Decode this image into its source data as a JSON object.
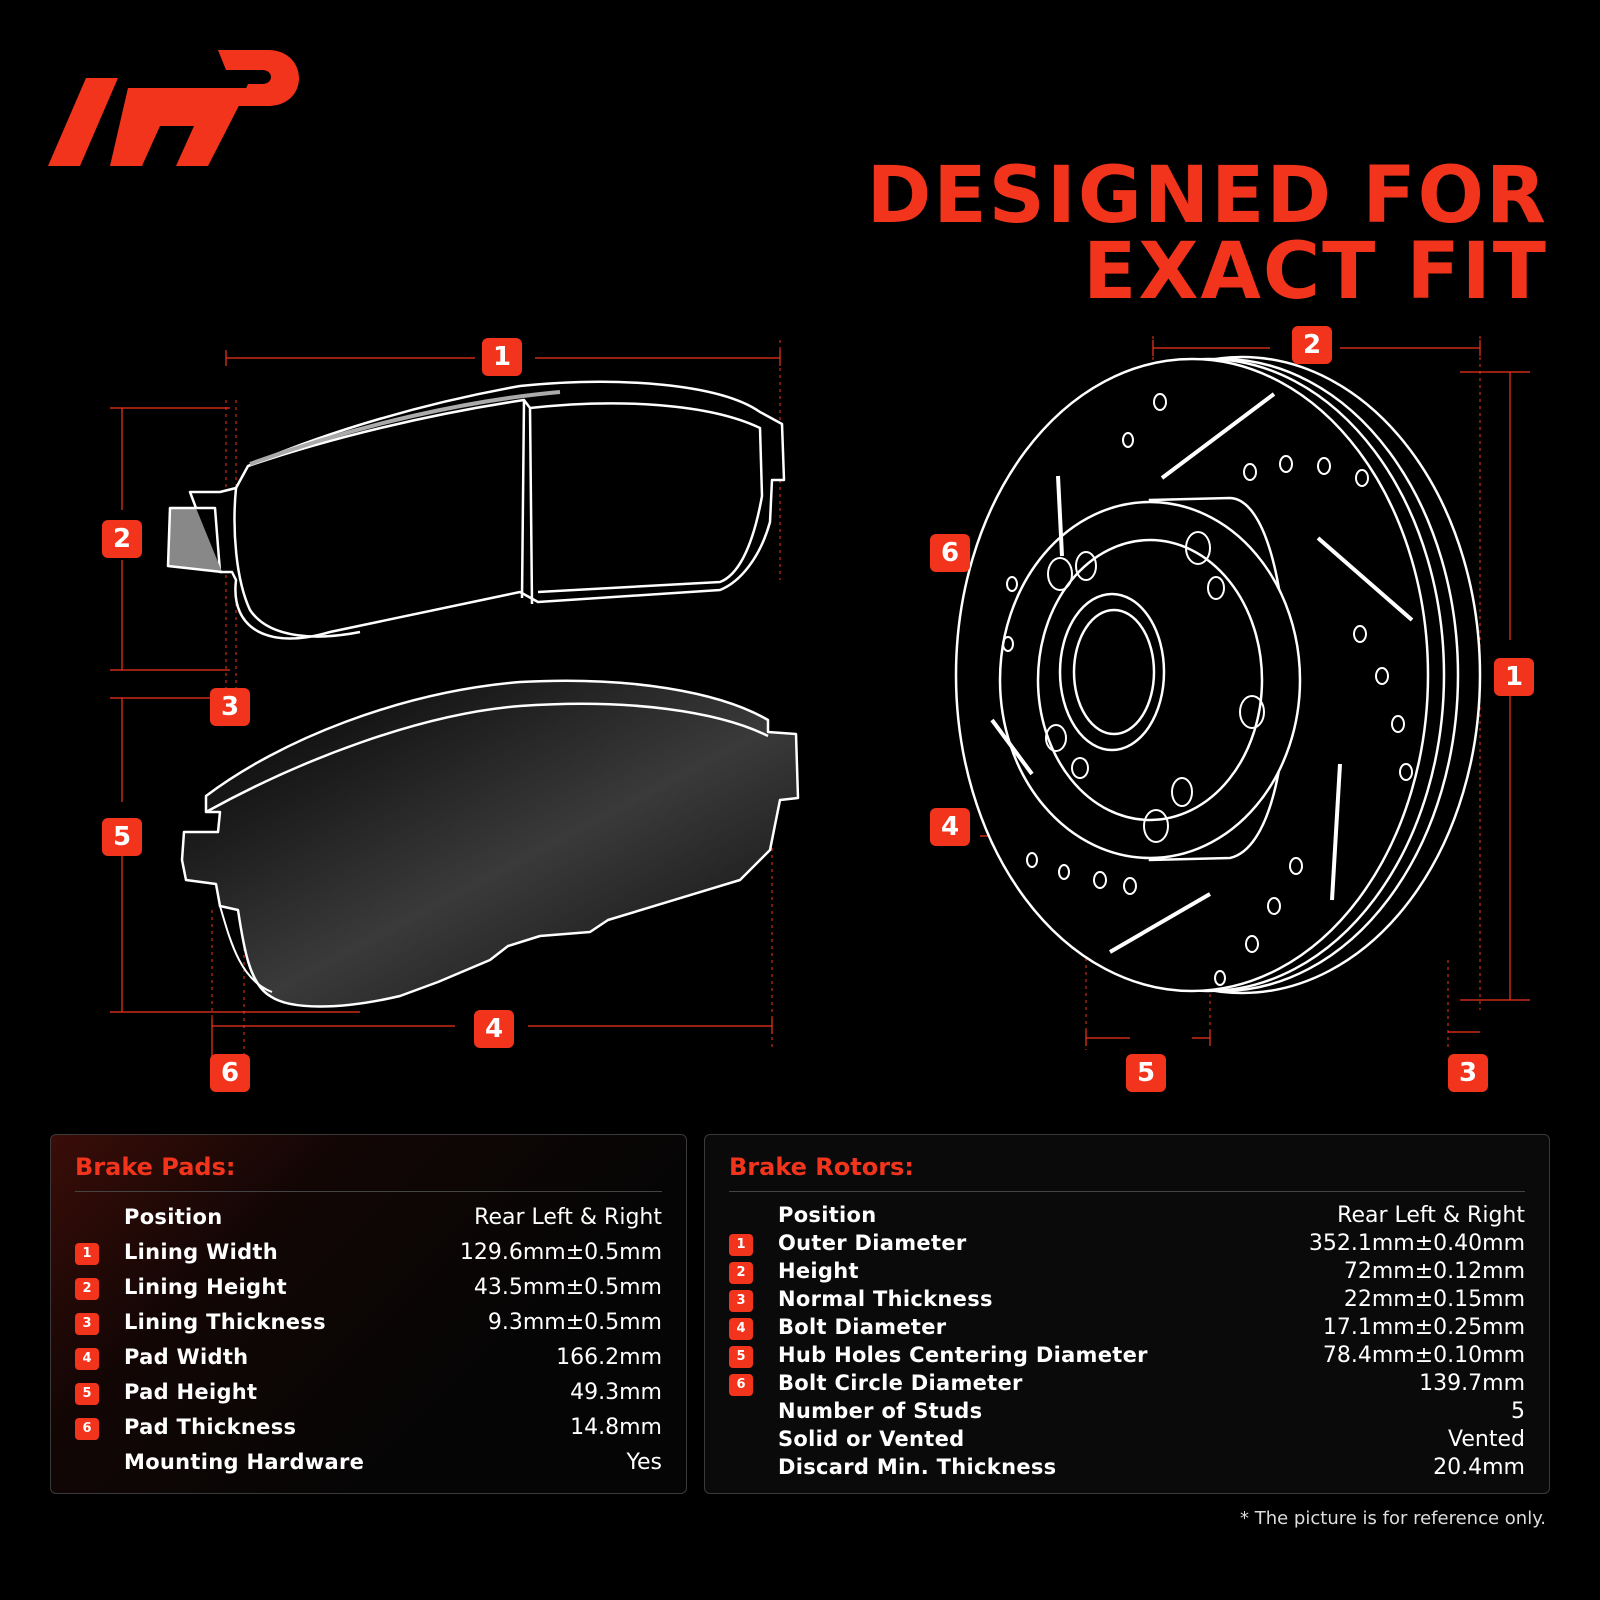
{
  "headline": {
    "line1": "DESIGNED FOR",
    "line2": "EXACT FIT"
  },
  "colors": {
    "accent": "#f2341c",
    "background": "#000000",
    "line": "#ffffff"
  },
  "logo": {
    "name": "brand-logo"
  },
  "pad_callouts": [
    "1",
    "2",
    "3",
    "4",
    "5",
    "6"
  ],
  "rotor_callouts": [
    "1",
    "2",
    "3",
    "4",
    "5",
    "6"
  ],
  "brake_pads": {
    "title": "Brake Pads:",
    "header": {
      "label": "Position",
      "value": "Rear Left & Right"
    },
    "rows": [
      {
        "num": "1",
        "label": "Lining Width",
        "value": "129.6mm±0.5mm"
      },
      {
        "num": "2",
        "label": "Lining Height",
        "value": "43.5mm±0.5mm"
      },
      {
        "num": "3",
        "label": "Lining Thickness",
        "value": "9.3mm±0.5mm"
      },
      {
        "num": "4",
        "label": "Pad Width",
        "value": "166.2mm"
      },
      {
        "num": "5",
        "label": "Pad Height",
        "value": "49.3mm"
      },
      {
        "num": "6",
        "label": "Pad Thickness",
        "value": "14.8mm"
      },
      {
        "num": "",
        "label": "Mounting Hardware",
        "value": "Yes"
      }
    ]
  },
  "brake_rotors": {
    "title": "Brake Rotors:",
    "header": {
      "label": "Position",
      "value": "Rear Left & Right"
    },
    "rows": [
      {
        "num": "1",
        "label": "Outer Diameter",
        "value": "352.1mm±0.40mm"
      },
      {
        "num": "2",
        "label": "Height",
        "value": "72mm±0.12mm"
      },
      {
        "num": "3",
        "label": "Normal Thickness",
        "value": "22mm±0.15mm"
      },
      {
        "num": "4",
        "label": "Bolt Diameter",
        "value": "17.1mm±0.25mm"
      },
      {
        "num": "5",
        "label": "Hub Holes Centering Diameter",
        "value": "78.4mm±0.10mm"
      },
      {
        "num": "6",
        "label": "Bolt Circle Diameter",
        "value": "139.7mm"
      },
      {
        "num": "",
        "label": "Number of Studs",
        "value": "5"
      },
      {
        "num": "",
        "label": "Solid or Vented",
        "value": "Vented"
      },
      {
        "num": "",
        "label": "Discard Min. Thickness",
        "value": "20.4mm"
      }
    ]
  },
  "footnote": "* The picture is for reference only."
}
